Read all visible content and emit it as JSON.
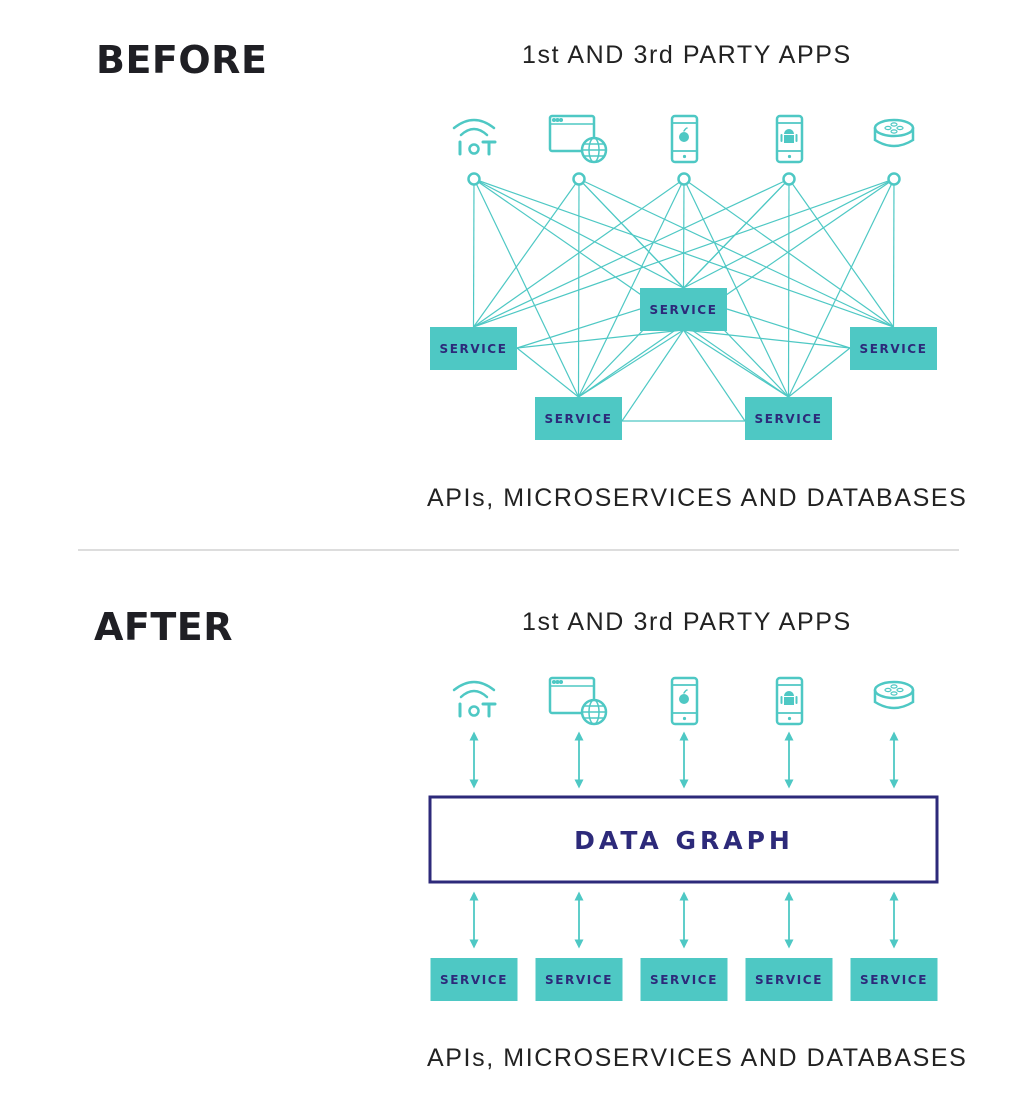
{
  "colors": {
    "teal": "#4ec8c4",
    "navy": "#2d2a7a",
    "text": "#222222"
  },
  "before": {
    "heading": "BEFORE",
    "top_caption": "1st AND 3rd PARTY APPS",
    "bottom_caption": "APIs, MICROSERVICES AND DATABASES",
    "apps": [
      "iot-icon",
      "web-browser-globe-icon",
      "iphone-apple-icon",
      "android-phone-icon",
      "smart-speaker-icon"
    ],
    "services": [
      "SERVICE",
      "SERVICE",
      "SERVICE",
      "SERVICE",
      "SERVICE"
    ]
  },
  "after": {
    "heading": "AFTER",
    "top_caption": "1st AND 3rd PARTY APPS",
    "bottom_caption": "APIs, MICROSERVICES AND DATABASES",
    "data_graph": "DATA GRAPH",
    "apps": [
      "iot-icon",
      "web-browser-globe-icon",
      "iphone-apple-icon",
      "android-phone-icon",
      "smart-speaker-icon"
    ],
    "services": [
      "SERVICE",
      "SERVICE",
      "SERVICE",
      "SERVICE",
      "SERVICE"
    ]
  }
}
